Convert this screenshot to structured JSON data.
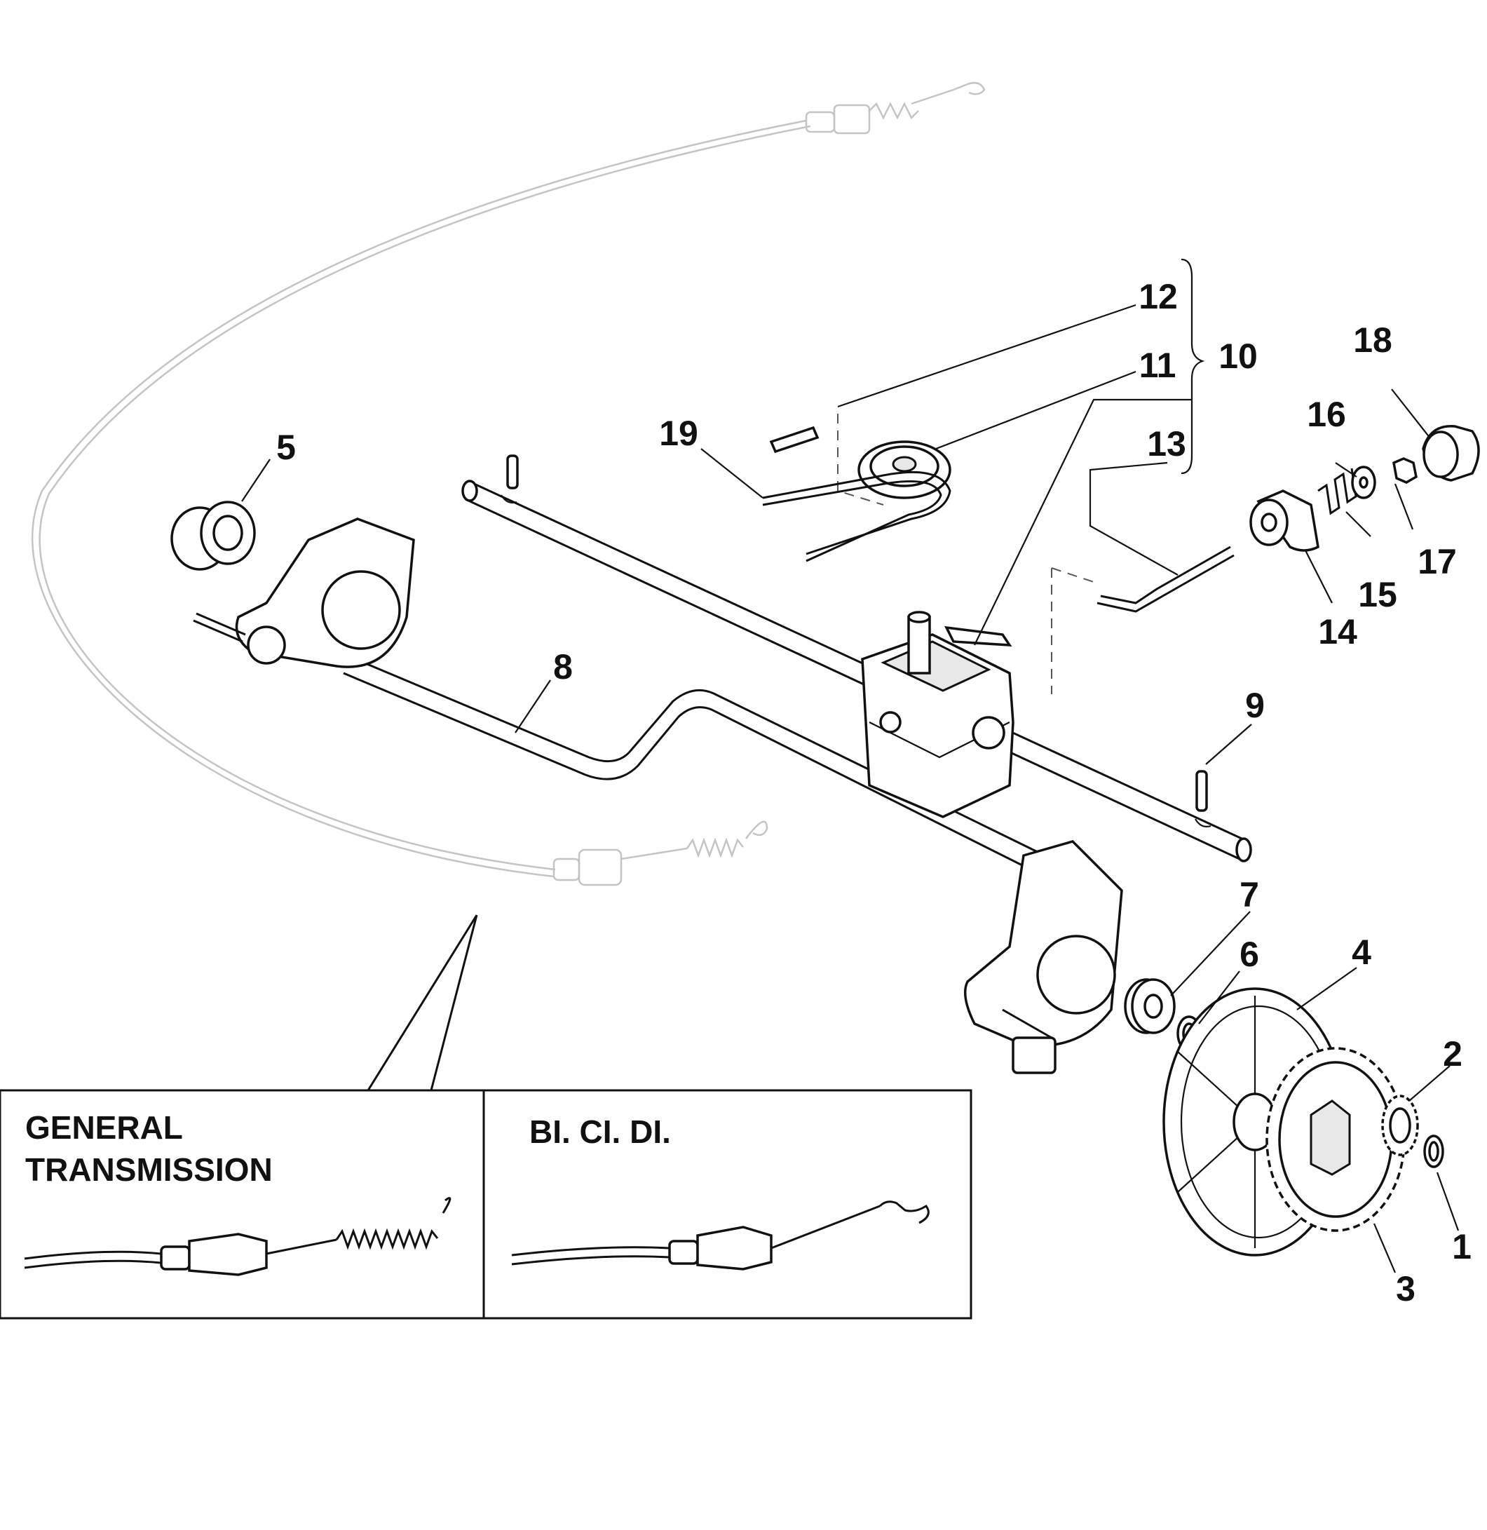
{
  "diagram": {
    "part_labels": [
      "1",
      "2",
      "3",
      "4",
      "5",
      "6",
      "7",
      "8",
      "9",
      "10",
      "11",
      "12",
      "13",
      "14",
      "15",
      "16",
      "17",
      "18",
      "19"
    ],
    "insets": {
      "left_title_line1": "GENERAL",
      "left_title_line2": "TRANSMISSION",
      "right_title": "BI. CI. DI."
    }
  }
}
